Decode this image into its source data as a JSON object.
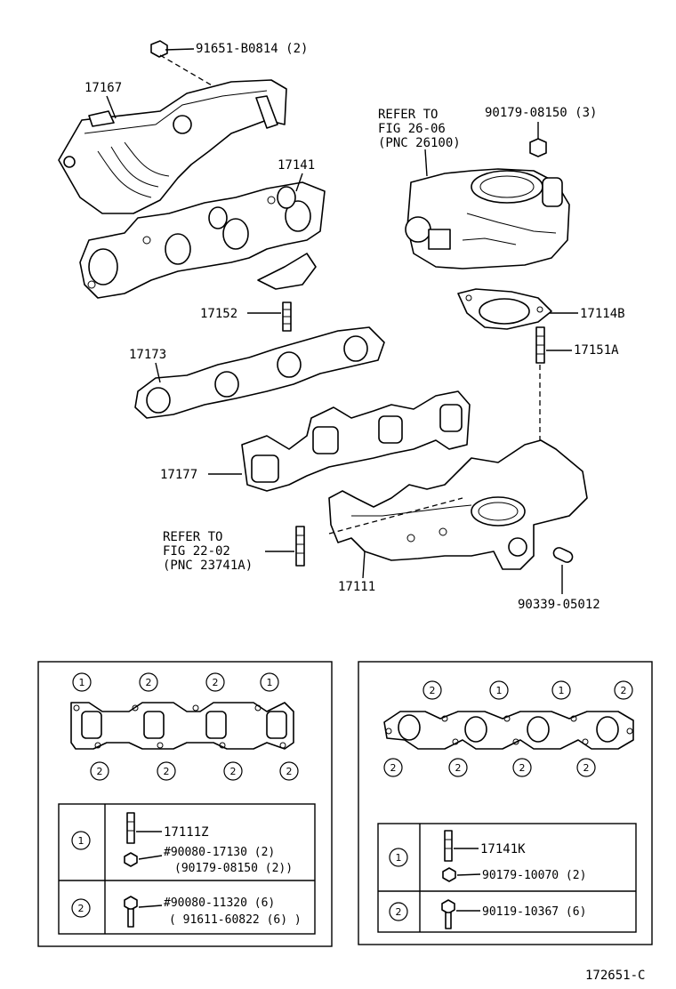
{
  "labels": {
    "bolt_top": "91651-B0814 (2)",
    "heat_insulator": "17167",
    "refer_fig26_1": "REFER TO",
    "refer_fig26_2": "FIG 26-06",
    "refer_fig26_3": "(PNC 26100)",
    "nut_top": "90179-08150 (3)",
    "exhaust_manifold": "17141",
    "stud_17152": "17152",
    "gasket_17114b": "17114B",
    "gasket_17173": "17173",
    "stud_17151a": "17151A",
    "gasket_17177": "17177",
    "refer_fig22_1": "REFER TO",
    "refer_fig22_2": "FIG 22-02",
    "refer_fig22_3": "(PNC 23741A)",
    "intake_manifold": "17111",
    "plug": "90339-05012",
    "figure_code": "172651-C"
  },
  "left_box": {
    "top_marks": [
      "1",
      "2",
      "2",
      "1"
    ],
    "bottom_marks": [
      "2",
      "2",
      "2",
      "2"
    ],
    "rows": [
      {
        "mark": "1",
        "lines": [
          "17111Z",
          "#90080-17130 (2)",
          "(90179-08150 (2))"
        ]
      },
      {
        "mark": "2",
        "lines": [
          "#90080-11320 (6)",
          "( 91611-60822 (6) )"
        ]
      }
    ]
  },
  "right_box": {
    "top_marks": [
      "2",
      "1",
      "1",
      "2"
    ],
    "bottom_marks": [
      "2",
      "2",
      "2",
      "2"
    ],
    "rows": [
      {
        "mark": "1",
        "lines": [
          "17141K",
          "90179-10070 (2)"
        ]
      },
      {
        "mark": "2",
        "lines": [
          "90119-10367 (6)"
        ]
      }
    ]
  }
}
